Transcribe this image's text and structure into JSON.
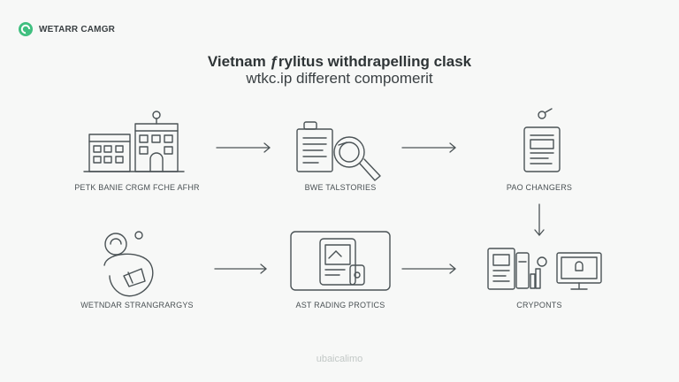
{
  "brand": {
    "name": "WETARR CAMGR",
    "logo_color": "#3fbf7f"
  },
  "title": {
    "line1": "Vietnam ƒrylitus withdrapelling clask",
    "line2": "wtkc.ip different compomerit"
  },
  "nodes": [
    {
      "label": "PETK BANIE CRGM FCHE AFHR",
      "icon": "bank-buildings-icon"
    },
    {
      "label": "BWE TALSTORIES",
      "icon": "document-magnifier-icon"
    },
    {
      "label": "PAO CHANGERS",
      "icon": "mobile-form-icon"
    },
    {
      "label": "WETNDAR STRANGRARGYS",
      "icon": "person-wallet-icon"
    },
    {
      "label": "AST RADING PROTICS",
      "icon": "trading-device-icon"
    },
    {
      "label": "CRYPONTS",
      "icon": "computer-devices-icon"
    }
  ],
  "watermark": "ubaicalimo"
}
